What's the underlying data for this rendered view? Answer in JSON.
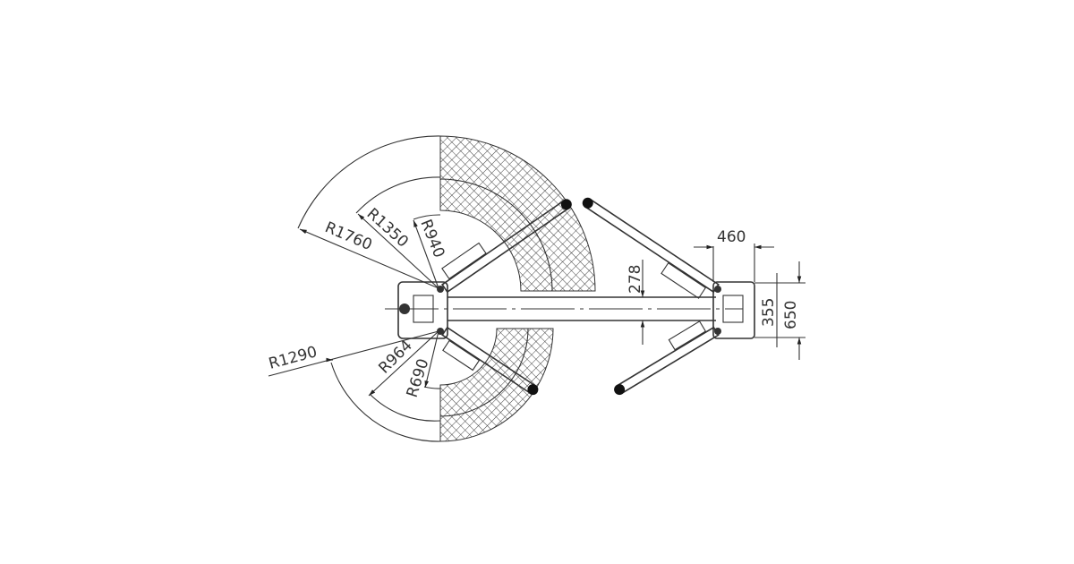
{
  "drawing": {
    "radius_labels": {
      "top_outer": "R1760",
      "top_middle": "R1350",
      "top_inner": "R940",
      "bottom_outer": "R1290",
      "bottom_middle": "R964",
      "bottom_inner": "R690"
    },
    "dimension_labels": {
      "column_width": "460",
      "beam_offset": "278",
      "base_inner": "355",
      "base_outer": "650"
    }
  }
}
